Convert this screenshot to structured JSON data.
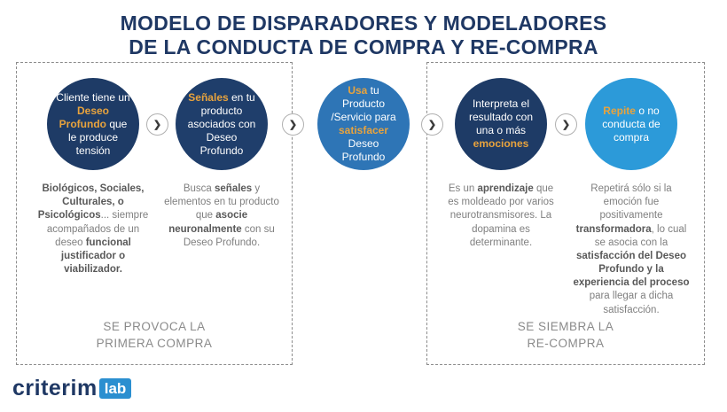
{
  "title": {
    "line1": "MODELO DE DISPARADORES Y MODELADORES",
    "line2": "DE LA CONDUCTA DE COMPRA Y RE-COMPRA"
  },
  "ui": {
    "connector_glyph": "❯"
  },
  "colors": {
    "navy": "#1e3b66",
    "medium_blue": "#2e75b6",
    "bright_blue": "#2c9ad9",
    "gold_accent": "#e8a33d",
    "gray_text": "#7f7f7f"
  },
  "stages": [
    {
      "circle": [
        "Cliente tiene un ",
        "Deseo Profundo",
        " que le produce tensión"
      ],
      "desc": [
        "Biológicos, Sociales, Culturales, o Psicológicos",
        "... siempre acompañados de un deseo ",
        "funcional justificador o viabilizador."
      ]
    },
    {
      "circle": [
        "Señales",
        " en tu producto asociados con Deseo Profundo"
      ],
      "desc": [
        "Busca ",
        "señales",
        " y elementos en tu producto que ",
        "asocie neuronalmente",
        " con su Deseo Profundo."
      ]
    },
    {
      "circle": [
        "Usa",
        " tu Producto /Servicio para ",
        "satisfacer",
        " Deseo Profundo"
      ],
      "desc": []
    },
    {
      "circle": [
        "Interpreta el resultado con una o más ",
        "emociones"
      ],
      "desc": [
        "Es un ",
        "aprendizaje",
        " que es moldeado por varios neurotransmisores. La dopamina es determinante."
      ]
    },
    {
      "circle": [
        "Repite",
        " o no conducta de compra"
      ],
      "desc": [
        "Repetirá sólo si la emoción fue positivamente ",
        "transformadora",
        ", lo cual se asocia con la ",
        "satisfacción del Deseo Profundo y la experiencia del proceso",
        " para llegar a dicha satisfacción."
      ]
    }
  ],
  "groups": {
    "first": {
      "line1": "SE PROVOCA LA",
      "line2": "PRIMERA COMPRA"
    },
    "repeat": {
      "line1": "SE SIEMBRA LA",
      "line2": "RE-COMPRA"
    }
  },
  "logo": {
    "wordmark": "criterim",
    "badge": "lab"
  }
}
